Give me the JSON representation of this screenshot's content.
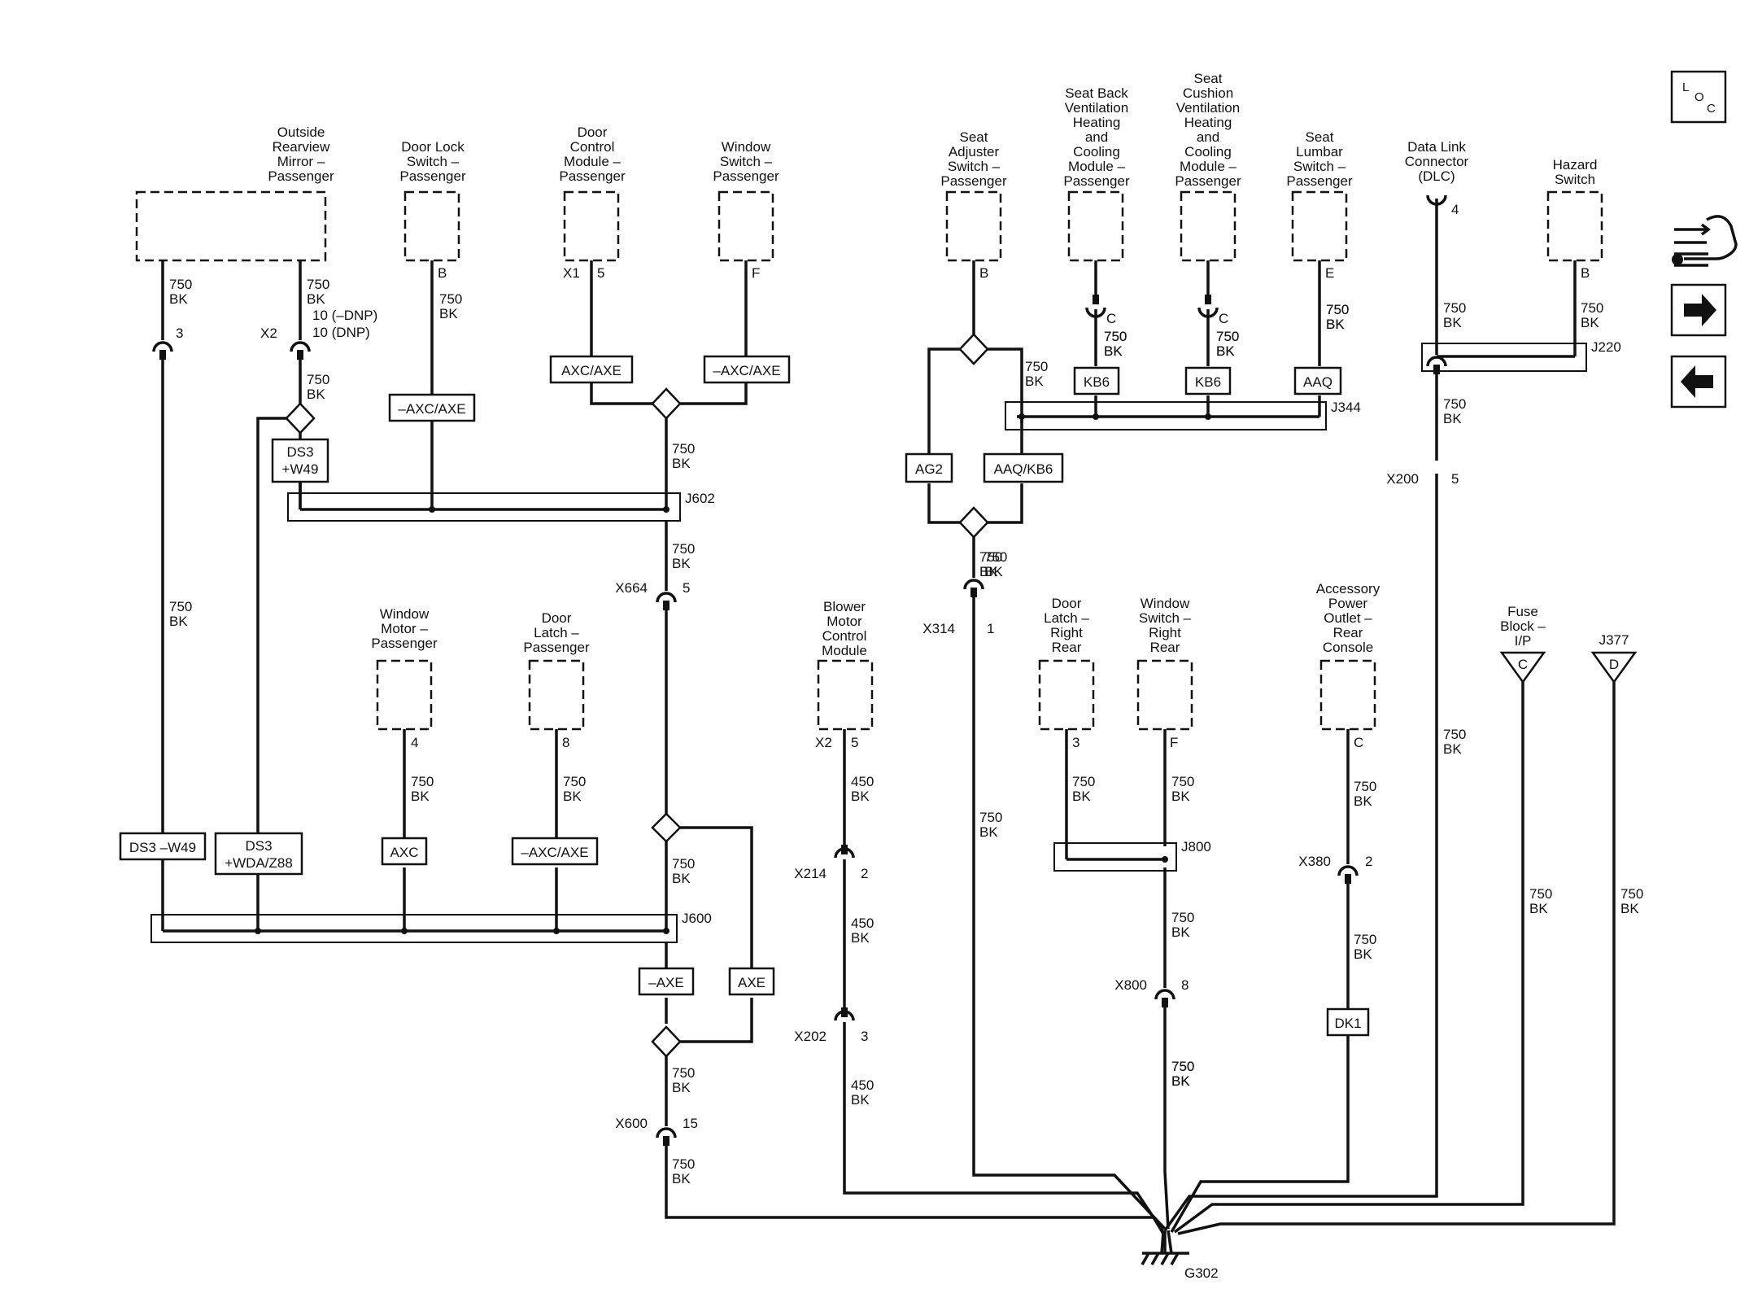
{
  "loc_icon": {
    "l": "L",
    "o": "O",
    "c": "C"
  },
  "components": [
    {
      "id": "mirror",
      "lines": [
        "Outside",
        "Rearview",
        "Mirror –",
        "Passenger"
      ]
    },
    {
      "id": "doorlock",
      "lines": [
        "Door Lock",
        "Switch –",
        "Passenger"
      ]
    },
    {
      "id": "dcm",
      "lines": [
        "Door",
        "Control",
        "Module –",
        "Passenger"
      ]
    },
    {
      "id": "winsw",
      "lines": [
        "Window",
        "Switch –",
        "Passenger"
      ]
    },
    {
      "id": "seatadj",
      "lines": [
        "Seat",
        "Adjuster",
        "Switch –",
        "Passenger"
      ]
    },
    {
      "id": "seatback",
      "lines": [
        "Seat Back",
        "Ventilation",
        "Heating",
        "and",
        "Cooling",
        "Module –",
        "Passenger"
      ]
    },
    {
      "id": "seatcush",
      "lines": [
        "Seat",
        "Cushion",
        "Ventilation",
        "Heating",
        "and",
        "Cooling",
        "Module –",
        "Passenger"
      ]
    },
    {
      "id": "lumbar",
      "lines": [
        "Seat",
        "Lumbar",
        "Switch –",
        "Passenger"
      ]
    },
    {
      "id": "dlc",
      "lines": [
        "Data Link",
        "Connector",
        "(DLC)"
      ]
    },
    {
      "id": "hazard",
      "lines": [
        "Hazard",
        "Switch"
      ]
    },
    {
      "id": "winmotor",
      "lines": [
        "Window",
        "Motor –",
        "Passenger"
      ]
    },
    {
      "id": "doorlatch",
      "lines": [
        "Door",
        "Latch –",
        "Passenger"
      ]
    },
    {
      "id": "blower",
      "lines": [
        "Blower",
        "Motor",
        "Control",
        "Module"
      ]
    },
    {
      "id": "latchrr",
      "lines": [
        "Door",
        "Latch –",
        "Right",
        "Rear"
      ]
    },
    {
      "id": "winswrr",
      "lines": [
        "Window",
        "Switch –",
        "Right",
        "Rear"
      ]
    },
    {
      "id": "accpwr",
      "lines": [
        "Accessory",
        "Power",
        "Outlet –",
        "Rear",
        "Console"
      ]
    },
    {
      "id": "fuse",
      "lines": [
        "Fuse",
        "Block –",
        "I/P"
      ]
    },
    {
      "id": "j377",
      "lines": [
        "J377"
      ]
    }
  ],
  "wire_labels": [
    {
      "id": "w1",
      "lines": [
        "750",
        "BK"
      ]
    },
    {
      "id": "w2",
      "lines": [
        "750",
        "BK"
      ]
    },
    {
      "id": "w3",
      "lines": [
        "750",
        "BK"
      ]
    },
    {
      "id": "w4",
      "lines": [
        "750",
        "BK"
      ]
    },
    {
      "id": "w5",
      "lines": [
        "750",
        "BK"
      ]
    },
    {
      "id": "w6",
      "lines": [
        "750",
        "BK"
      ]
    },
    {
      "id": "w7",
      "lines": [
        "750",
        "BK"
      ]
    },
    {
      "id": "w8",
      "lines": [
        "750",
        "BK"
      ]
    },
    {
      "id": "w9",
      "lines": [
        "750",
        "BK"
      ]
    },
    {
      "id": "w10",
      "lines": [
        "750",
        "BK"
      ]
    },
    {
      "id": "w11",
      "lines": [
        "750",
        "BK"
      ]
    },
    {
      "id": "w12",
      "lines": [
        "750",
        "BK"
      ]
    },
    {
      "id": "w13",
      "lines": [
        "750",
        "BK"
      ]
    },
    {
      "id": "w14",
      "lines": [
        "750",
        "BK"
      ]
    },
    {
      "id": "w15",
      "lines": [
        "750",
        "BK"
      ]
    },
    {
      "id": "w16",
      "lines": [
        "750",
        "BK"
      ]
    },
    {
      "id": "w17",
      "lines": [
        "750",
        "BK"
      ]
    },
    {
      "id": "w18",
      "lines": [
        "450",
        "BK"
      ]
    },
    {
      "id": "w19",
      "lines": [
        "450",
        "BK"
      ]
    },
    {
      "id": "w20",
      "lines": [
        "450",
        "BK"
      ]
    },
    {
      "id": "w21",
      "lines": [
        "750",
        "BK"
      ]
    },
    {
      "id": "w22",
      "lines": [
        "750",
        "BK"
      ]
    },
    {
      "id": "w23",
      "lines": [
        "750",
        "BK"
      ]
    },
    {
      "id": "w24",
      "lines": [
        "750",
        "BK"
      ]
    },
    {
      "id": "w25",
      "lines": [
        "750",
        "BK"
      ]
    },
    {
      "id": "w26",
      "lines": [
        "750",
        "BK"
      ]
    },
    {
      "id": "w27",
      "lines": [
        "750",
        "BK"
      ]
    },
    {
      "id": "w28",
      "lines": [
        "750",
        "BK"
      ]
    },
    {
      "id": "w29",
      "lines": [
        "750",
        "BK"
      ]
    },
    {
      "id": "w30",
      "lines": [
        "750",
        "BK"
      ]
    },
    {
      "id": "w31",
      "lines": [
        "750",
        "BK"
      ]
    },
    {
      "id": "w32",
      "lines": [
        "750",
        "BK"
      ]
    },
    {
      "id": "w33",
      "lines": [
        "750",
        "BK"
      ]
    },
    {
      "id": "w34",
      "lines": [
        "750",
        "BK"
      ]
    },
    {
      "id": "w35",
      "lines": [
        "750",
        "BK"
      ]
    },
    {
      "id": "w36",
      "lines": [
        "750",
        "BK"
      ]
    },
    {
      "id": "w37",
      "lines": [
        "750",
        "BK"
      ]
    },
    {
      "id": "w38",
      "lines": [
        "750",
        "BK"
      ]
    }
  ],
  "pins": {
    "p_mirror_l": "3",
    "p_mirror_r_x": "X2",
    "p_mirror_r_a": "10 (–DNP)",
    "p_mirror_r_b": "10 (DNP)",
    "p_doorlock": "B",
    "p_dcm_x": "X1",
    "p_dcm": "5",
    "p_winsw": "F",
    "p_seatadj": "B",
    "p_seatback": "C",
    "p_seatcush": "C",
    "p_lumbar": "E",
    "p_dlc": "4",
    "p_hazard": "B",
    "p_winmotor": "4",
    "p_doorlatch": "8",
    "p_blower_x": "X2",
    "p_blower": "5",
    "p_latchrr": "3",
    "p_winswrr": "F",
    "p_accpwr": "C",
    "p_fuse": "C",
    "p_j377": "D"
  },
  "inline_connectors": [
    {
      "id": "x664",
      "name": "X664",
      "pin": "5"
    },
    {
      "id": "x600",
      "name": "X600",
      "pin": "15"
    },
    {
      "id": "x314",
      "name": "X314",
      "pin": "1"
    },
    {
      "id": "x214",
      "name": "X214",
      "pin": "2"
    },
    {
      "id": "x202",
      "name": "X202",
      "pin": "3"
    },
    {
      "id": "x800",
      "name": "X800",
      "pin": "8"
    },
    {
      "id": "x380",
      "name": "X380",
      "pin": "2"
    },
    {
      "id": "x200",
      "name": "X200",
      "pin": "5"
    }
  ],
  "splices": {
    "j602": "J602",
    "j600": "J600",
    "j344": "J344",
    "j220": "J220",
    "j800": "J800"
  },
  "option_boxes": {
    "o_axc_axe": "AXC/AXE",
    "o_naxc_axe": "–AXC/AXE",
    "o_naxc_axe_lock": "–AXC/AXE",
    "o_ds3_w49_a": "DS3",
    "o_ds3_w49_b": "+W49",
    "o_ds3_nw49": "DS3 –W49",
    "o_ds3_wda_a": "DS3",
    "o_ds3_wda_b": "+WDA/Z88",
    "o_axc": "AXC",
    "o_naxc_axe_latch": "–AXC/AXE",
    "o_naxe": "–AXE",
    "o_axe": "AXE",
    "o_ag2": "AG2",
    "o_aaq_kb6": "AAQ/KB6",
    "o_kb6_a": "KB6",
    "o_kb6_b": "KB6",
    "o_aaq": "AAQ",
    "o_dk1": "DK1"
  },
  "ground": {
    "name": "G302"
  },
  "nav_icons": [
    "connector-end-view-icon",
    "next-page-arrow-icon",
    "previous-page-arrow-icon"
  ]
}
